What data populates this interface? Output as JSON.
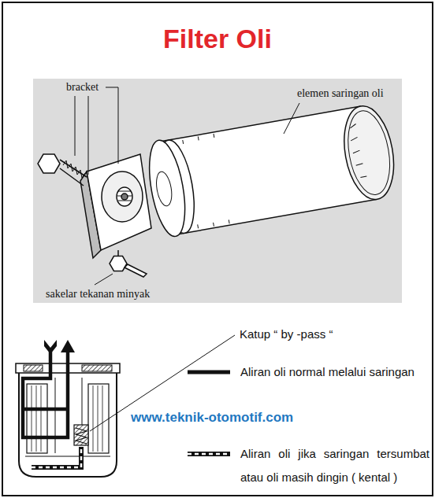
{
  "diagram": {
    "title": "Filter Oli",
    "labels": [
      "bracket",
      "elemen saringan oli",
      "sakelar tekanan minyak",
      "Katup “ by -pass “",
      "www.teknik-otomotif.com"
    ],
    "legend": [
      {
        "text": "Aliran oli normal melalui saringan"
      },
      {
        "text": "Aliran oli jika saringan tersumbat atau oli masih dingin ( kental )"
      }
    ]
  }
}
